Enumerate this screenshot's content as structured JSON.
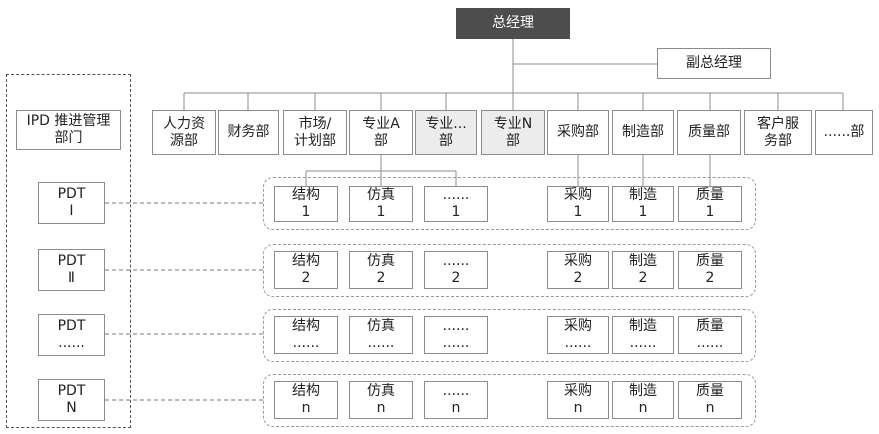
{
  "top": {
    "gm": "总经理",
    "deputy": "副总经理"
  },
  "ipd": {
    "label": "IPD 推进管理\n部门"
  },
  "departments": [
    "人力资\n源部",
    "财务部",
    "市场/\n计划部",
    "专业A\n部",
    "专业...\n部",
    "专业N\n部",
    "采购部",
    "制造部",
    "质量部",
    "客户服\n务部",
    "......部"
  ],
  "pdts": [
    "PDT\nⅠ",
    "PDT\nⅡ",
    "PDT\n......",
    "PDT\nN"
  ],
  "rows": [
    [
      "结构\n1",
      "仿真\n1",
      "......\n1",
      "采购\n1",
      "制造\n1",
      "质量\n1"
    ],
    [
      "结构\n2",
      "仿真\n2",
      "......\n2",
      "采购\n2",
      "制造\n2",
      "质量\n2"
    ],
    [
      "结构\n......",
      "仿真\n......",
      "......\n......",
      "采购\n......",
      "制造\n......",
      "质量\n......"
    ],
    [
      "结构\nn",
      "仿真\nn",
      "......\nn",
      "采购\nn",
      "制造\nn",
      "质量\nn"
    ]
  ]
}
